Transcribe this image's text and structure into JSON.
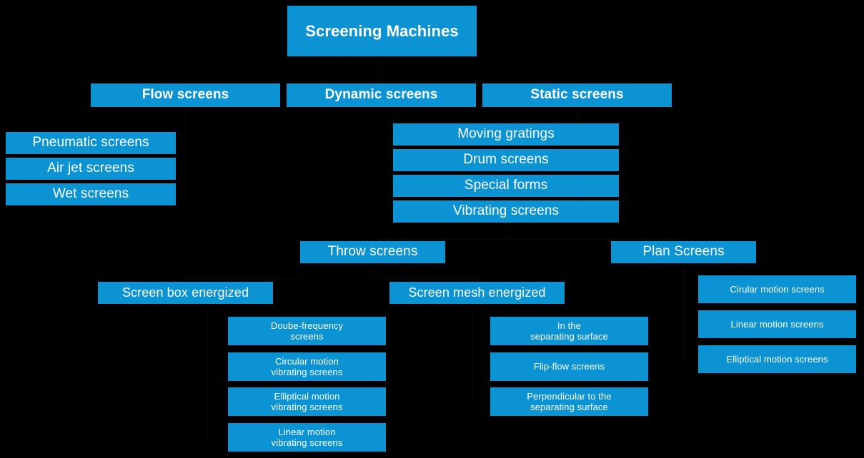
{
  "diagram": {
    "title": "Screening Machines",
    "background_color": "#000000",
    "node_color": "#0c93d4",
    "text_color": "#ffffff",
    "connector_color": "#050505"
  },
  "nodes": {
    "root": {
      "label": "Screening Machines"
    },
    "level2": [
      {
        "label": "Flow screens"
      },
      {
        "label": "Dynamic screens"
      },
      {
        "label": "Static screens"
      }
    ],
    "flow_children": [
      {
        "label": "Pneumatic screens"
      },
      {
        "label": "Air jet screens"
      },
      {
        "label": "Wet screens"
      }
    ],
    "static_children": [
      {
        "label": "Moving gratings"
      },
      {
        "label": "Drum screens"
      },
      {
        "label": "Special forms"
      },
      {
        "label": "Vibrating screens"
      }
    ],
    "vibrating_children": [
      {
        "label": "Throw screens"
      },
      {
        "label": "Plan Screens"
      }
    ],
    "throw_children": [
      {
        "label": "Screen box energized"
      },
      {
        "label": "Screen mesh energized"
      }
    ],
    "screen_box_children": [
      {
        "label": "Doube-frequency\nscreens"
      },
      {
        "label": "Circular motion\nvibrating screens"
      },
      {
        "label": "Elliptical motion\nvibrating screens"
      },
      {
        "label": "Linear motion\nvibrating screens"
      }
    ],
    "screen_mesh_children": [
      {
        "label": "In the\nseparating surface"
      },
      {
        "label": "Flip-flow screens"
      },
      {
        "label": "Perpendicular to the\nseparating surface"
      }
    ],
    "plan_children": [
      {
        "label": "Cirular motion screens"
      },
      {
        "label": "Linear motion screens"
      },
      {
        "label": "Elliptical motion screens"
      }
    ]
  }
}
